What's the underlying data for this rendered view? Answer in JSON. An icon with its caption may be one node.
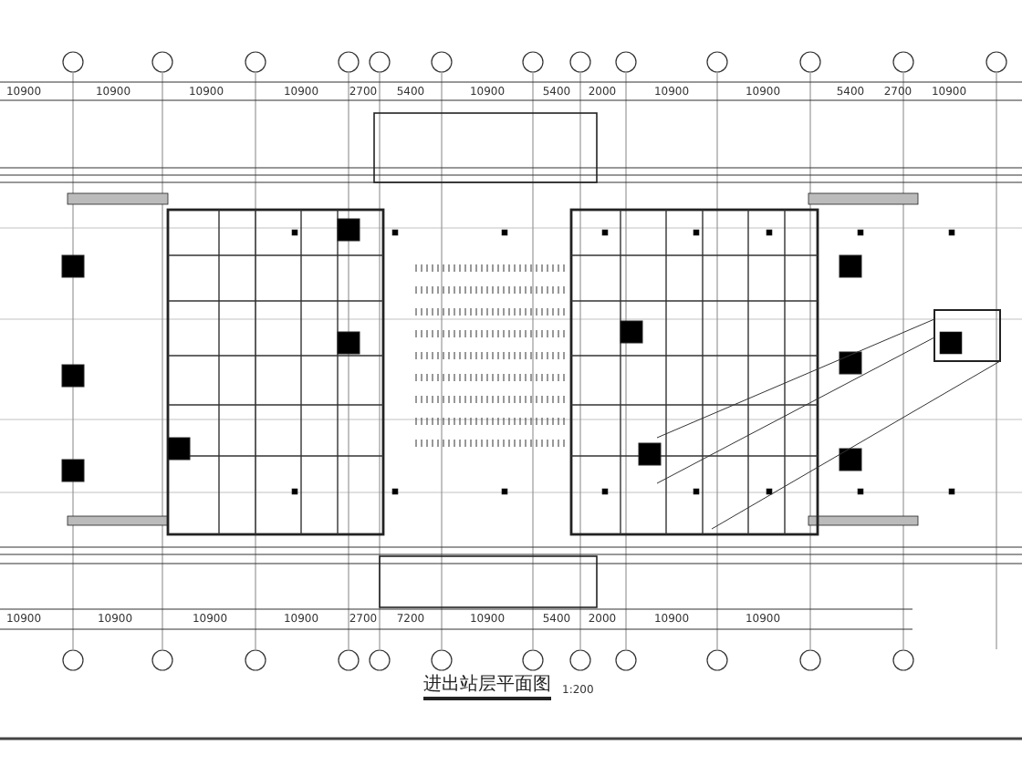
{
  "diagram": {
    "title": "进出站层平面图",
    "labels": [
      "10900",
      "10900",
      "10900",
      "10900",
      "2700",
      "5400",
      "10900",
      "5400",
      "2000",
      "10900",
      "10900",
      "5400",
      "2700",
      "10900",
      "10900",
      "10900",
      "10900",
      "10900",
      "2700",
      "7200",
      "10900",
      "5400",
      "2000",
      "10900",
      "10900",
      "1:200"
    ]
  }
}
